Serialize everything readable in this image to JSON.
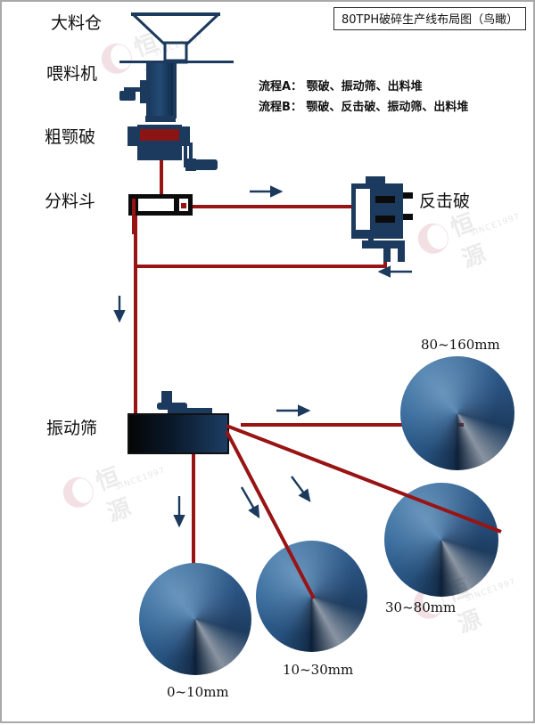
{
  "title": "80TPH破碎生产线布局图（鸟瞰）",
  "flows": [
    "流程A：  颚破、振动筛、出料堆",
    "流程B：  颚破、反击破、振动筛、出料堆"
  ],
  "equipment_labels": {
    "surge_bin": "大料仓",
    "feeder": "喂料机",
    "jaw_crusher": "粗颚破",
    "distributor": "分料斗",
    "impact_crusher": "反击破",
    "vibrating_screen": "振动筛"
  },
  "stockpiles": [
    {
      "name": "pile-80-160",
      "label": "80~160mm"
    },
    {
      "name": "pile-30-80",
      "label": "30~80mm"
    },
    {
      "name": "pile-10-30",
      "label": "10~30mm"
    },
    {
      "name": "pile-0-10",
      "label": "0~10mm"
    }
  ],
  "watermark": {
    "cn": "恒源",
    "since": "SINCE1997"
  },
  "colors": {
    "navy": "#1b3a5e",
    "dark_red": "#8b1515",
    "flow_red": "#981414",
    "body_black": "#0b0b0b",
    "border_grey": "#a8a8a8"
  }
}
